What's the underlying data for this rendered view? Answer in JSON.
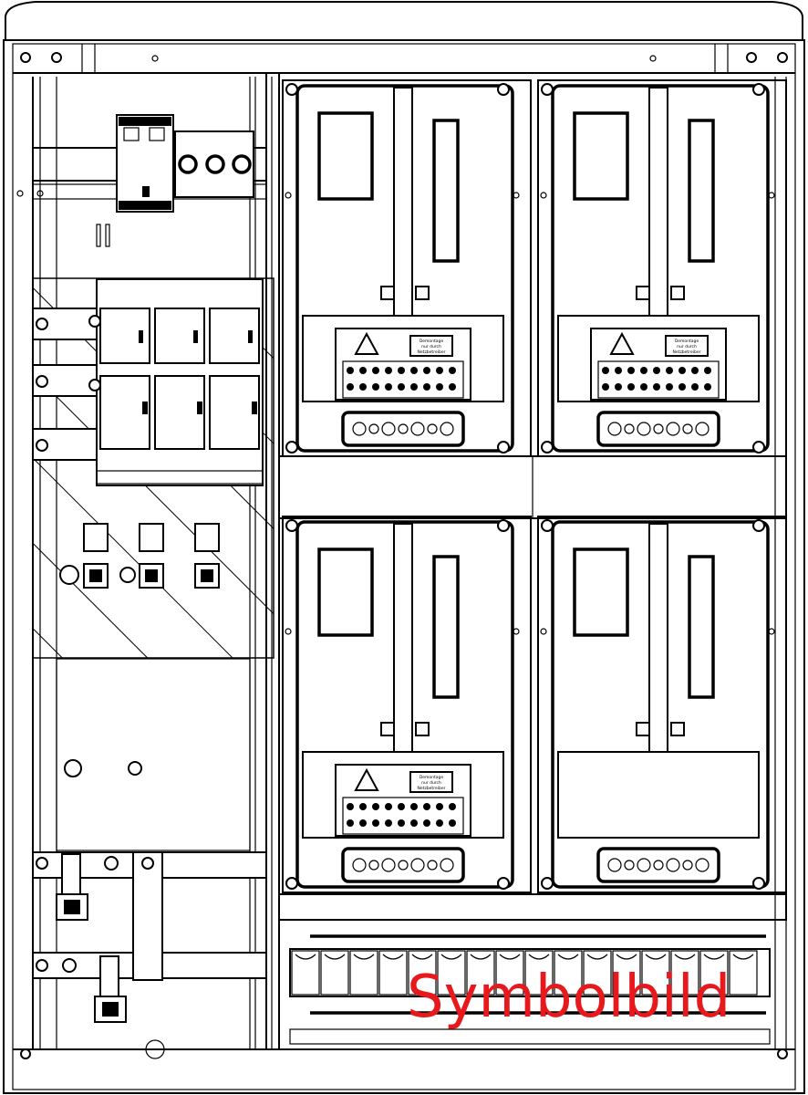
{
  "drawing": {
    "title": "Meter cabinet technical drawing",
    "watermark": "Symbolbild",
    "watermark_color": "#e8191c",
    "meter_modules": [
      {
        "id": "top-left",
        "label": "Demontage nur durch Netzbetreiber",
        "has_terminal": true
      },
      {
        "id": "top-right",
        "label": "Demontage nur durch Netzbetreiber",
        "has_terminal": true
      },
      {
        "id": "bottom-left",
        "label": "Demontage nur durch Netzbetreiber",
        "has_terminal": true
      },
      {
        "id": "bottom-right",
        "label": "",
        "has_terminal": false
      }
    ],
    "label_lines": [
      "Demontage",
      "nur durch",
      "Netzbetreiber"
    ]
  }
}
